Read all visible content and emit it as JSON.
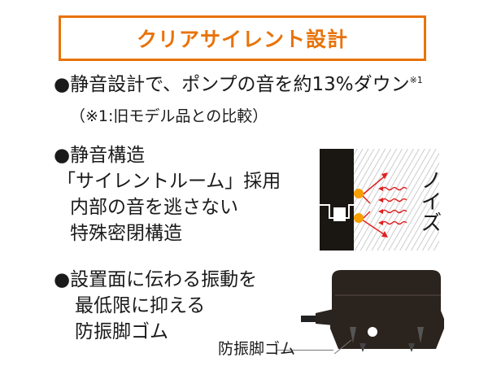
{
  "title": "クリアサイレント設計",
  "feature1": {
    "text": "●静音設計で、ポンプの音を約13%ダウン",
    "sup": "※1",
    "note": "（※1:旧モデル品との比較）"
  },
  "feature2": {
    "lines": [
      "●静音構造",
      "「サイレントルーム」採用",
      "内部の音を逃さない",
      "特殊密閉構造"
    ],
    "diagram_label": "ノイズ"
  },
  "feature3": {
    "lines": [
      "●設置面に伝わる振動を",
      "最低限に抑える",
      "防振脚ゴム"
    ],
    "callout": "防振脚ゴム"
  },
  "colors": {
    "accent": "#e8730a",
    "arrow": "#e02020",
    "burst": "#f5a000"
  }
}
